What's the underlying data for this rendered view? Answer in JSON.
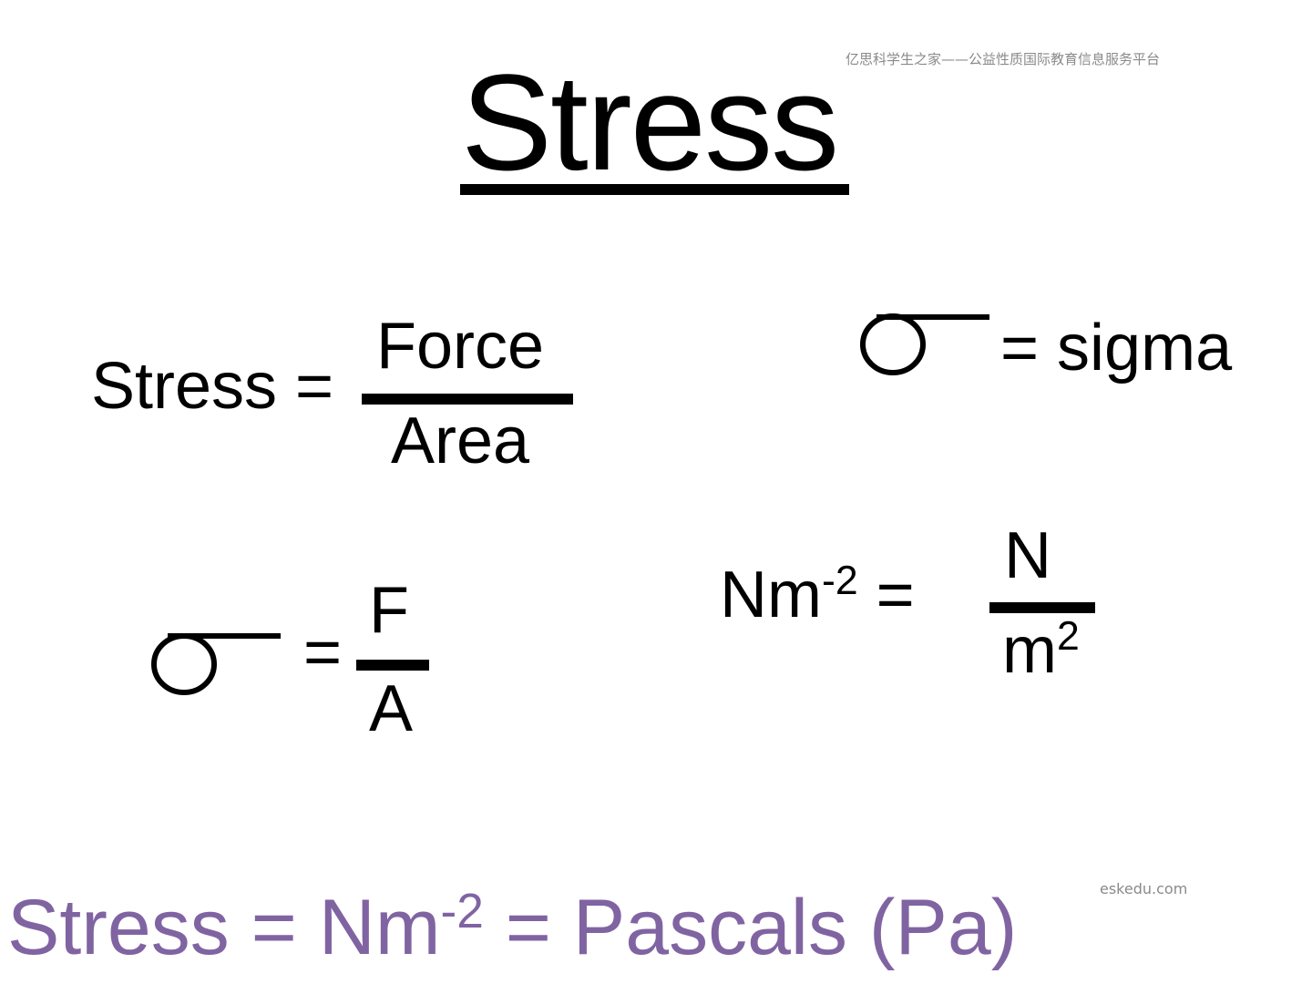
{
  "watermarks": {
    "top": "亿思科学生之家——公益性质国际教育信息服务平台",
    "bottom": "eskedu.com"
  },
  "title": "Stress",
  "equation_force_area": {
    "left": "Stress =",
    "numerator": "Force",
    "denominator": "Area"
  },
  "sigma_definition": {
    "text": "= sigma"
  },
  "equation_sigma": {
    "equals": "=",
    "numerator": "F",
    "denominator": "A"
  },
  "equation_units": {
    "base": "Nm",
    "exponent": "-2",
    "equals": " =",
    "numerator": "N",
    "denominator_base": "m",
    "denominator_exponent": "2"
  },
  "summary": {
    "part1": "Stress = Nm",
    "exponent": "-2",
    "part2": " = Pascals (Pa)"
  },
  "colors": {
    "text": "#000000",
    "summary": "#8064a2",
    "watermark": "#8a8a8a"
  }
}
